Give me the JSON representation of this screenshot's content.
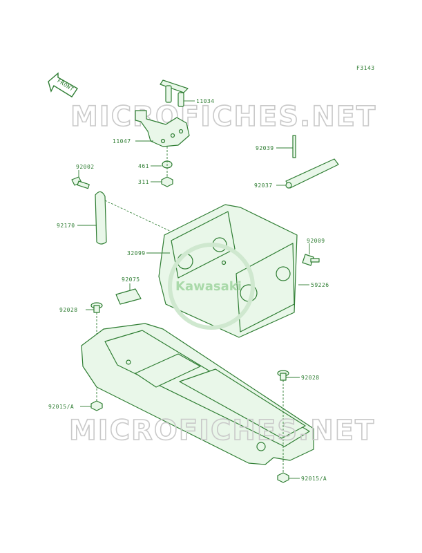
{
  "figure_code": "F3143",
  "front_label": "FRONT",
  "watermark_text": "MICROFICHES.NET",
  "logo_text": "Kawasaki",
  "colors": {
    "line": "#2e7d32",
    "fill": "#e9f7e9",
    "watermark": "#c9c9c9"
  },
  "parts": [
    {
      "id": "11034",
      "label": "11034"
    },
    {
      "id": "11047",
      "label": "11047"
    },
    {
      "id": "461",
      "label": "461"
    },
    {
      "id": "311",
      "label": "311"
    },
    {
      "id": "92039",
      "label": "92039"
    },
    {
      "id": "92037",
      "label": "92037"
    },
    {
      "id": "92002",
      "label": "92002"
    },
    {
      "id": "92170",
      "label": "92170"
    },
    {
      "id": "32099",
      "label": "32099"
    },
    {
      "id": "92009",
      "label": "92009"
    },
    {
      "id": "92075",
      "label": "92075"
    },
    {
      "id": "59226",
      "label": "59226"
    },
    {
      "id": "92028a",
      "label": "92028"
    },
    {
      "id": "92028b",
      "label": "92028"
    },
    {
      "id": "92015a",
      "label": "92015/A"
    },
    {
      "id": "92015b",
      "label": "92015/A"
    }
  ]
}
